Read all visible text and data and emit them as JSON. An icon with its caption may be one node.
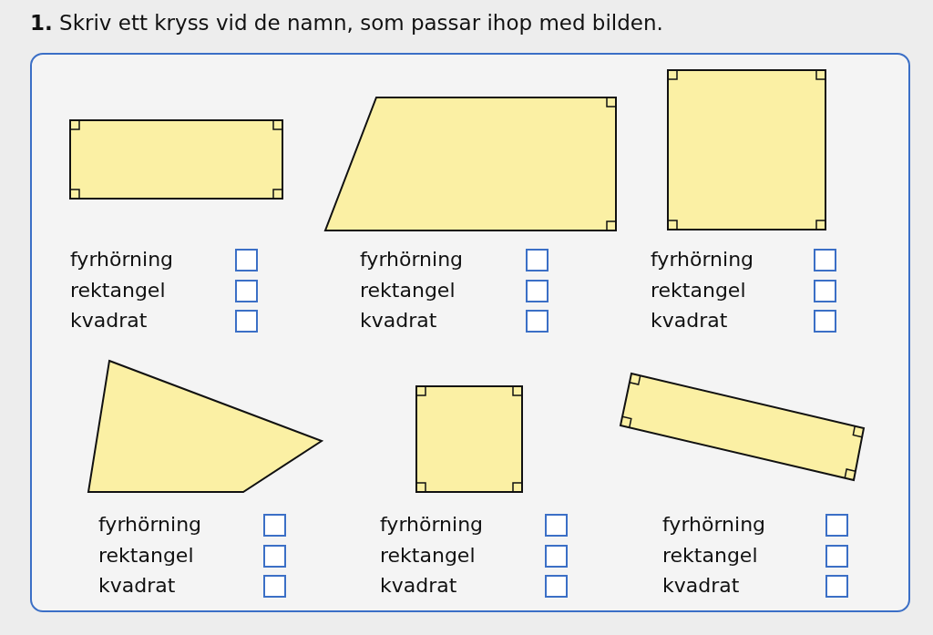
{
  "diagram": {
    "title": "**1.** Skriv ett kryss vid de namn, som passar ihop med bilden.",
    "labels": [
      "fyrhörning",
      "rektangel",
      "kvadrat",
      "fyrhörning",
      "rektangel",
      "kvadrat",
      "fyrhörning",
      "rektangel",
      "kvadrat",
      "fyrhörning",
      "rektangel",
      "kvadrat",
      "fyrhörning",
      "rektangel",
      "kvadrat",
      "fyrhörning",
      "rektangel",
      "kvadrat"
    ]
  }
}
